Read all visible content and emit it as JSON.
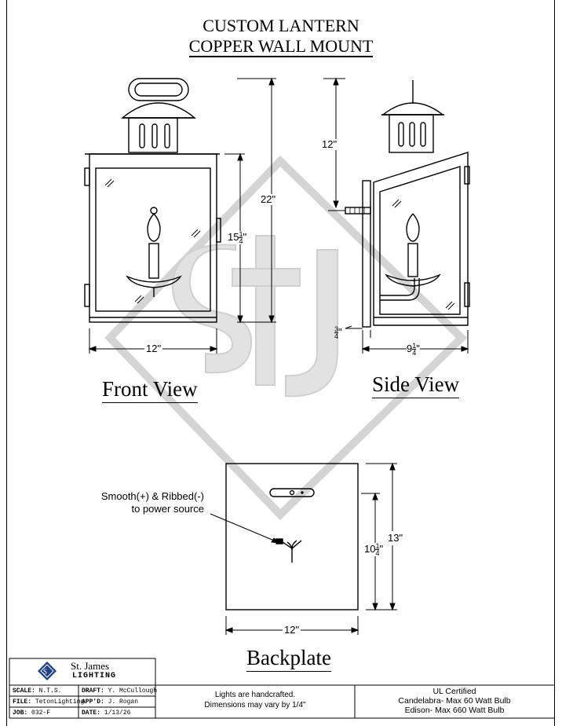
{
  "title": {
    "line1": "CUSTOM LANTERN",
    "line2": "COPPER WALL MOUNT"
  },
  "views": {
    "front": "Front View",
    "side": "Side View",
    "backplate": "Backplate"
  },
  "dimensions": {
    "front_height_total": "22\"",
    "front_glass_whole": "15",
    "front_glass_num": "1",
    "front_glass_den": "4",
    "front_width": "12\"",
    "side_top": "12\"",
    "side_depth_whole": "9",
    "side_depth_num": "1",
    "side_depth_den": "4",
    "side_backplate_num": "3",
    "side_backplate_den": "4",
    "back_height": "13\"",
    "back_inner_whole": "10",
    "back_inner_num": "1",
    "back_inner_den": "4",
    "back_width": "12\"",
    "inch_mark": "\""
  },
  "annotation": {
    "line1": "Smooth(+) & Ribbed(-)",
    "line2": "to power source"
  },
  "title_block": {
    "company": "St. James",
    "company_sub": "LIGHTING",
    "scale_label": "SCALE:",
    "scale_value": "N.T.S.",
    "draft_label": "DRAFT:",
    "draft_value": "Y. McCullough",
    "file_label": "FILE:",
    "file_value": "TetonLighting",
    "appd_label": "APP'D:",
    "appd_value": "J. Rogan",
    "job_label": "JOB:",
    "job_value": "032-F",
    "date_label": "DATE:",
    "date_value": "1/13/26",
    "note_line1": "Lights are handcrafted.",
    "note_line2": "Dimensions may vary by 1/4\"",
    "cert_line1": "UL Certified",
    "cert_line2": "Candelabra- Max 60 Watt Bulb",
    "cert_line3": "Edison- Max 660 Watt Bulb"
  },
  "colors": {
    "line": "#000000",
    "watermark": "#d9d9d9",
    "logo": "#1f3f8f"
  }
}
